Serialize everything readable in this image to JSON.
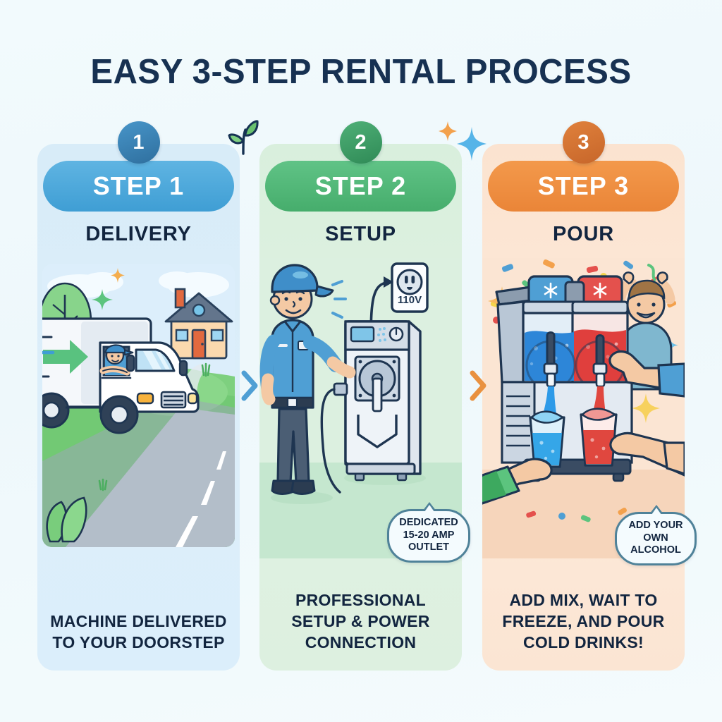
{
  "header": {
    "title": "EASY 3-STEP RENTAL PROCESS"
  },
  "theme": {
    "page_background": "#f1fafd",
    "title_color": "#173152",
    "text_color": "#12253f",
    "step1_accent": "#4fa8dc",
    "step1_panel": "#d9ecf8",
    "step2_accent": "#52be80",
    "step2_panel": "#dcf0de",
    "step3_accent": "#f0903e",
    "step3_panel": "#fbe3d0",
    "callout_border": "#4f8299"
  },
  "steps": [
    {
      "number": "1",
      "pill_label": "STEP 1",
      "subtitle": "DELIVERY",
      "caption": "MACHINE DELIVERED TO YOUR DOORSTEP",
      "scene": "delivery-truck-driving-to-house",
      "callout": null
    },
    {
      "number": "2",
      "pill_label": "STEP 2",
      "subtitle": "SETUP",
      "caption": "PROFESSIONAL SETUP & POWER CONNECTION",
      "scene": "technician-connecting-slushy-machine-to-power",
      "outlet_label": "110V",
      "callout": "DEDICATED 15-20 AMP OUTLET"
    },
    {
      "number": "3",
      "pill_label": "STEP 3",
      "subtitle": "POUR",
      "caption": "ADD MIX, WAIT TO FREEZE, AND POUR COLD DRINKS!",
      "scene": "dual-tank-slushy-machine-pouring-blue-and-red-drinks",
      "callout": "ADD YOUR OWN ALCOHOL"
    }
  ],
  "connectors": [
    {
      "name": "chevron-1-to-2",
      "color": "#4f9fd4"
    },
    {
      "name": "chevron-2-to-3",
      "color": "#e9913f"
    }
  ],
  "decorations": [
    {
      "name": "leaf-sprout",
      "color": "#6ec173"
    },
    {
      "name": "sparkle-orange",
      "color": "#f3a14c"
    },
    {
      "name": "sparkle-blue",
      "color": "#55b4e8"
    }
  ]
}
